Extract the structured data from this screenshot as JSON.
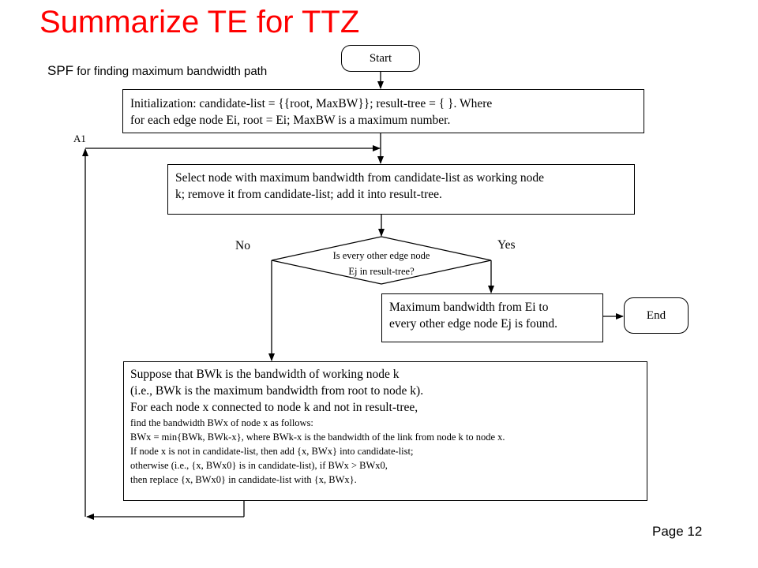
{
  "slide": {
    "title": "Summarize TE for TTZ",
    "subtitle_prefix": "SPF",
    "subtitle_rest": " for finding maximum bandwidth path",
    "page_number": "Page 12"
  },
  "flowchart": {
    "start_label": "Start",
    "end_label": "End",
    "init_lines": [
      "Initialization: candidate-list = {{root, MaxBW}}; result-tree = { }. Where",
      "for each edge node Ei, root = Ei; MaxBW is a maximum number."
    ],
    "select_lines": [
      "Select node with maximum bandwidth from candidate-list as working node",
      "k; remove it from candidate-list; add it into result-tree."
    ],
    "decision_lines": [
      "Is every other edge node",
      "Ej in result-tree?"
    ],
    "yes_label": "Yes",
    "no_label": "No",
    "loop_label": "A1",
    "found_lines": [
      "Maximum bandwidth from Ei to",
      "every other edge node Ej is found."
    ],
    "suppose_lines": [
      "Suppose that BWk is the bandwidth of working node k",
      "(i.e., BWk is  the maximum bandwidth from root to node k).",
      "For each node x connected to node k and not in result-tree,",
      "find the bandwidth BWx of node x as follows:",
      "BWx = min{BWk, BWk-x}, where BWk-x is the bandwidth of the link from node k to node x.",
      "If node x is not in candidate-list, then add {x, BWx} into candidate-list;",
      "otherwise (i.e., {x, BWx0} is in candidate-list), if BWx > BWx0,",
      "then replace {x, BWx0} in candidate-list with {x, BWx}."
    ]
  },
  "colors": {
    "title": "#ff0000",
    "lines": "#000000",
    "background": "#ffffff"
  }
}
